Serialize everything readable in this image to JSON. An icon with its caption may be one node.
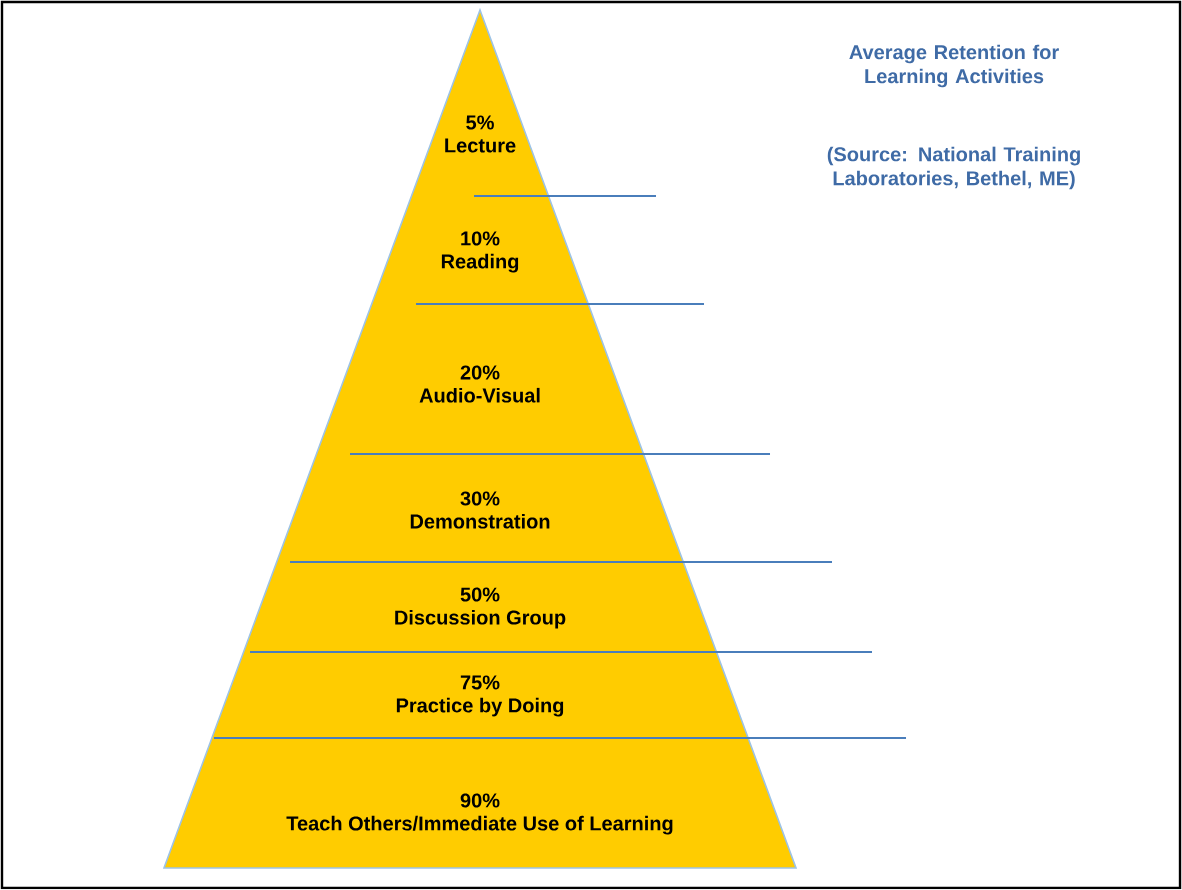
{
  "diagram": {
    "title": "Average Retention for Learning Activities",
    "nodes": [
      {
        "text": [
          "5%",
          "Lecture"
        ]
      },
      {
        "text": [
          "10%",
          "Reading"
        ]
      },
      {
        "text": [
          "20%",
          "Audio-Visual"
        ]
      },
      {
        "text": [
          "30%",
          "Demonstration"
        ]
      },
      {
        "text": [
          "50%",
          "Discussion Group"
        ]
      },
      {
        "text": [
          "75%",
          "Practice by Doing"
        ]
      },
      {
        "text": [
          "90%",
          "Teach Others/Immediate Use of Learning"
        ]
      }
    ],
    "labels": [
      "(Source:  National Training Laboratories, Bethel, ME)"
    ]
  }
}
